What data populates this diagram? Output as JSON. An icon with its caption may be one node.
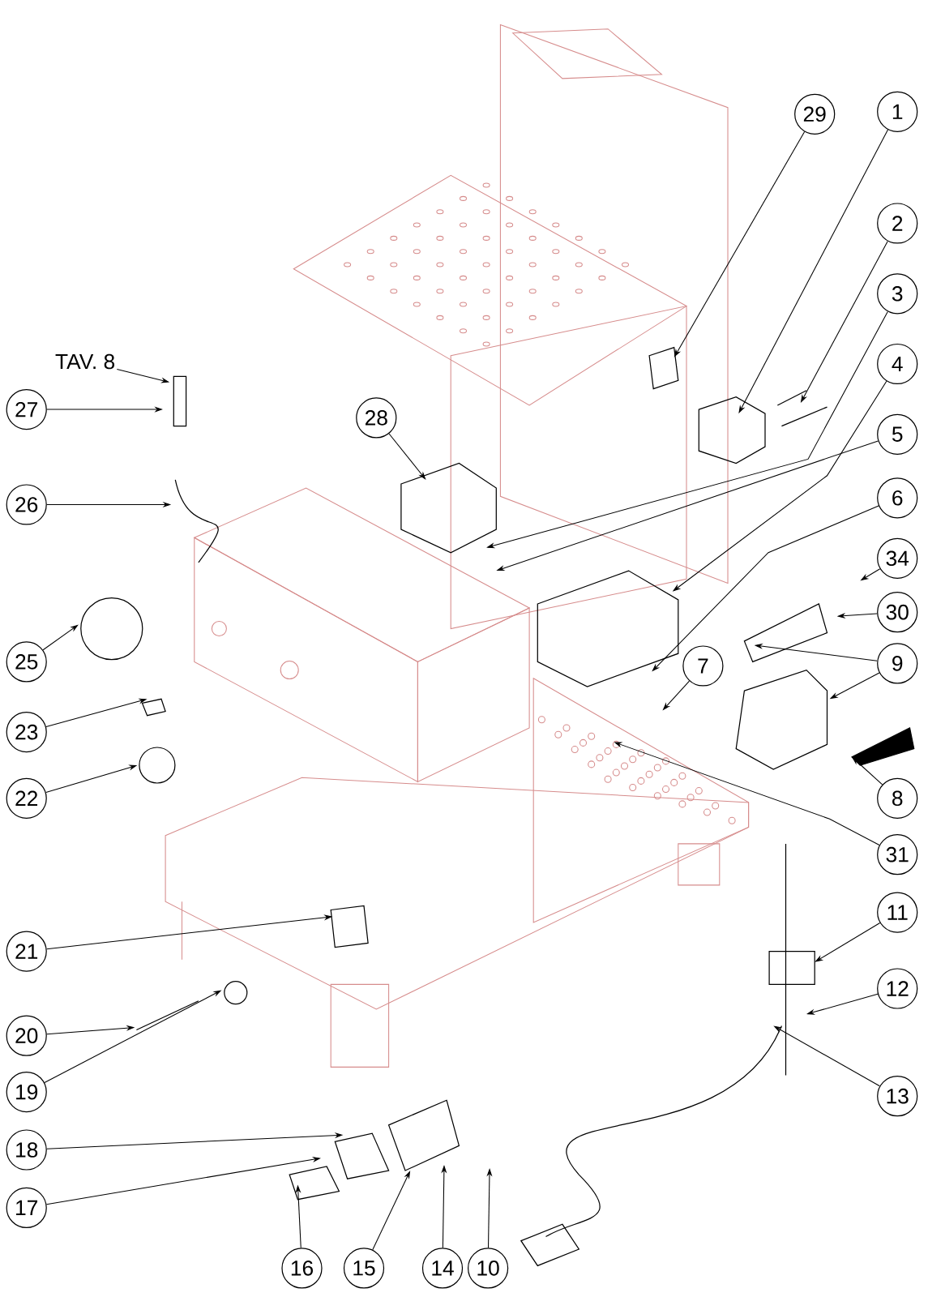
{
  "diagram": {
    "nodes": [
      {
        "text": [
          "29"
        ]
      },
      {
        "text": [
          "1"
        ]
      },
      {
        "text": [
          "2"
        ]
      },
      {
        "text": [
          "3"
        ]
      },
      {
        "text": [
          "4"
        ]
      },
      {
        "text": [
          "5"
        ]
      },
      {
        "text": [
          "6"
        ]
      },
      {
        "text": [
          "34"
        ]
      },
      {
        "text": [
          "30"
        ]
      },
      {
        "text": [
          "7"
        ]
      },
      {
        "text": [
          "9"
        ]
      },
      {
        "text": [
          "8"
        ]
      },
      {
        "text": [
          "31"
        ]
      },
      {
        "text": [
          "11"
        ]
      },
      {
        "text": [
          "12"
        ]
      },
      {
        "text": [
          "13"
        ]
      },
      {
        "text": [
          "TAV. 8"
        ]
      },
      {
        "text": [
          "27"
        ]
      },
      {
        "text": [
          "28"
        ]
      },
      {
        "text": [
          "26"
        ]
      },
      {
        "text": [
          "25"
        ]
      },
      {
        "text": [
          "23"
        ]
      },
      {
        "text": [
          "22"
        ]
      },
      {
        "text": [
          "21"
        ]
      },
      {
        "text": [
          "20"
        ]
      },
      {
        "text": [
          "19"
        ]
      },
      {
        "text": [
          "18"
        ]
      },
      {
        "text": [
          "17"
        ]
      },
      {
        "text": [
          "16"
        ]
      },
      {
        "text": [
          "15"
        ]
      },
      {
        "text": [
          "14"
        ]
      },
      {
        "text": [
          "10"
        ]
      }
    ],
    "edges": [
      {
        "from": 0,
        "to": null,
        "arrow": "to"
      },
      {
        "from": 1,
        "to": null,
        "arrow": "to"
      },
      {
        "from": 2,
        "to": null,
        "arrow": "to"
      },
      {
        "from": 3,
        "to": null,
        "arrow": "to"
      },
      {
        "from": 4,
        "to": null,
        "arrow": "to"
      },
      {
        "from": 5,
        "to": null,
        "arrow": "to"
      },
      {
        "from": 6,
        "to": null,
        "arrow": "to"
      },
      {
        "from": 7,
        "to": null,
        "arrow": "to"
      },
      {
        "from": 8,
        "to": null,
        "arrow": "to"
      },
      {
        "from": 9,
        "to": null,
        "arrow": "to"
      },
      {
        "from": 10,
        "to": null,
        "arrow": "to"
      },
      {
        "from": 10,
        "to": null,
        "arrow": "to"
      },
      {
        "from": 11,
        "to": null,
        "arrow": "to"
      },
      {
        "from": 12,
        "to": null,
        "arrow": "to"
      },
      {
        "from": 13,
        "to": null,
        "arrow": "to"
      },
      {
        "from": 14,
        "to": null,
        "arrow": "to"
      },
      {
        "from": 15,
        "to": null,
        "arrow": "to"
      },
      {
        "from": 16,
        "to": null,
        "arrow": "to"
      },
      {
        "from": 17,
        "to": null,
        "arrow": "to"
      },
      {
        "from": 18,
        "to": null,
        "arrow": "to"
      },
      {
        "from": 19,
        "to": null,
        "arrow": "to"
      },
      {
        "from": 20,
        "to": null,
        "arrow": "to"
      },
      {
        "from": 21,
        "to": null,
        "arrow": "to"
      },
      {
        "from": 22,
        "to": null,
        "arrow": "to"
      },
      {
        "from": 23,
        "to": null,
        "arrow": "to"
      },
      {
        "from": 24,
        "to": null,
        "arrow": "to"
      },
      {
        "from": 25,
        "to": null,
        "arrow": "to"
      },
      {
        "from": 26,
        "to": null,
        "arrow": "to"
      },
      {
        "from": 27,
        "to": null,
        "arrow": "to"
      },
      {
        "from": 28,
        "to": null,
        "arrow": "to"
      },
      {
        "from": 29,
        "to": null,
        "arrow": "to"
      },
      {
        "from": 30,
        "to": null,
        "arrow": "to"
      },
      {
        "from": 31,
        "to": null,
        "arrow": "to"
      }
    ]
  }
}
